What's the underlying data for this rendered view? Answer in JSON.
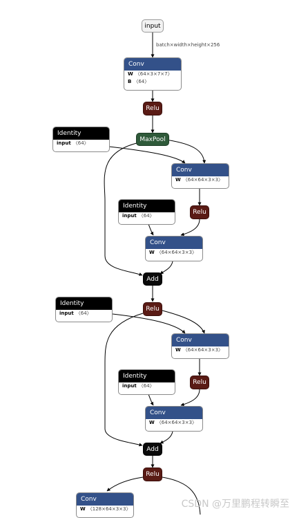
{
  "input_label": "input",
  "edge_label": "batch×width×height×256",
  "op_conv": "Conv",
  "op_relu": "Relu",
  "op_maxpool": "MaxPool",
  "op_add": "Add",
  "op_identity": "Identity",
  "attr_w": "W",
  "attr_b": "B",
  "attr_input": "input",
  "conv1_w": "〈64×3×7×7〉",
  "conv1_b": "〈64〉",
  "conv_w_64": "〈64×64×3×3〉",
  "conv_w_128": "〈128×64×3×3〉",
  "identity_val": "〈64〉",
  "watermark": "CSDN @万里鹏程转瞬至"
}
